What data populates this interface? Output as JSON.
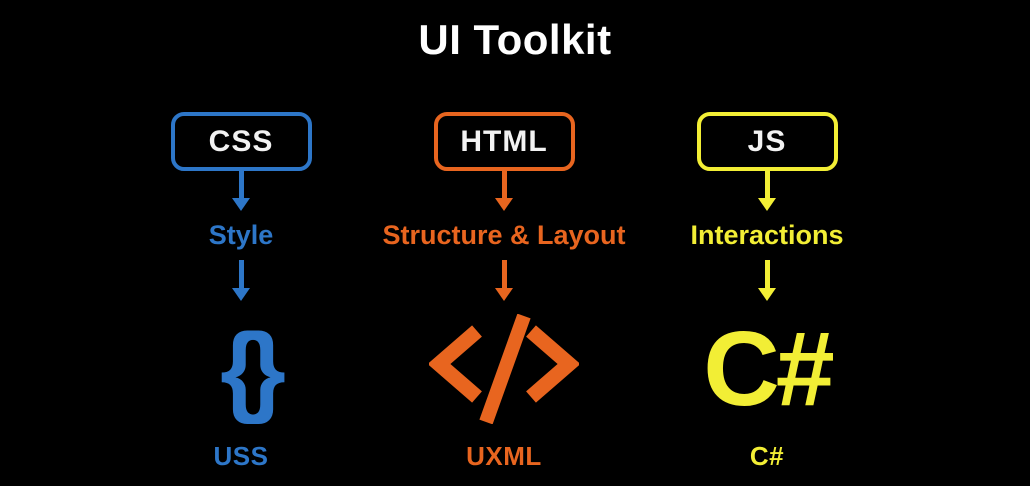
{
  "title": "UI Toolkit",
  "colors": {
    "background": "#000000",
    "title_text": "#ffffff",
    "box_label": "#f2f2f2",
    "blue": "#2d76c8",
    "orange": "#e8651f",
    "yellow": "#f2ee35"
  },
  "columns": [
    {
      "box_label": "CSS",
      "role_label": "Style",
      "icon": "curly-braces-icon",
      "icon_glyph": "{}",
      "output_label": "USS"
    },
    {
      "box_label": "HTML",
      "role_label": "Structure & Layout",
      "icon": "code-tag-icon",
      "output_label": "UXML"
    },
    {
      "box_label": "JS",
      "role_label": "Interactions",
      "icon": "csharp-icon",
      "icon_glyph": "C#",
      "output_label": "C#"
    }
  ]
}
